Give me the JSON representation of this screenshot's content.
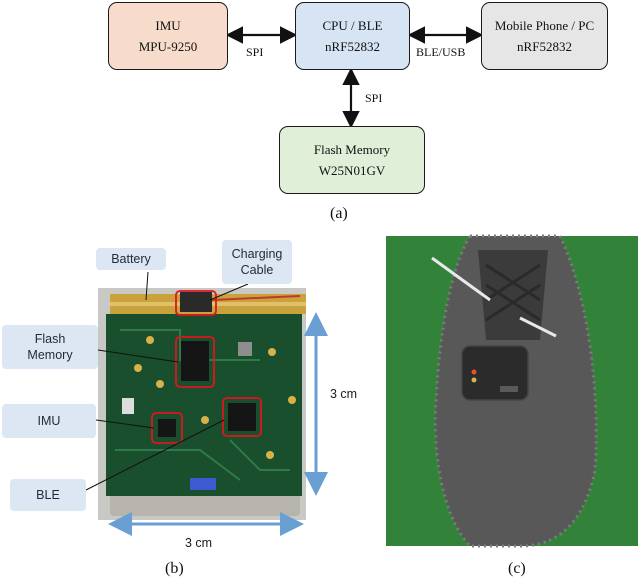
{
  "diagram": {
    "imu": {
      "title": "IMU",
      "part": "MPU-9250",
      "color": "#f7dccb"
    },
    "cpu": {
      "title": "CPU / BLE",
      "part": "nRF52832",
      "color": "#d7e4f4"
    },
    "phone": {
      "title": "Mobile Phone / PC",
      "part": "nRF52832",
      "color": "#e6e6e6"
    },
    "flash": {
      "title": "Flash Memory",
      "part": "W25N01GV",
      "color": "#e0efd7"
    },
    "link_imu_cpu": "SPI",
    "link_cpu_phone": "BLE/USB",
    "link_cpu_flash": "SPI",
    "caption": "(a)"
  },
  "board_photo": {
    "callouts": {
      "battery": "Battery",
      "charging_line1": "Charging",
      "charging_line2": "Cable",
      "flash_line1": "Flash",
      "flash_line2": "Memory",
      "imu": "IMU",
      "ble": "BLE"
    },
    "width_label": "3 cm",
    "height_label": "3 cm",
    "caption": "(b)"
  },
  "shoe_photo": {
    "caption": "(c)"
  },
  "colors": {
    "highlight": "#e0141e",
    "dimension_arrow": "#6a9fd4",
    "callout_bg": "#dde7f3"
  }
}
